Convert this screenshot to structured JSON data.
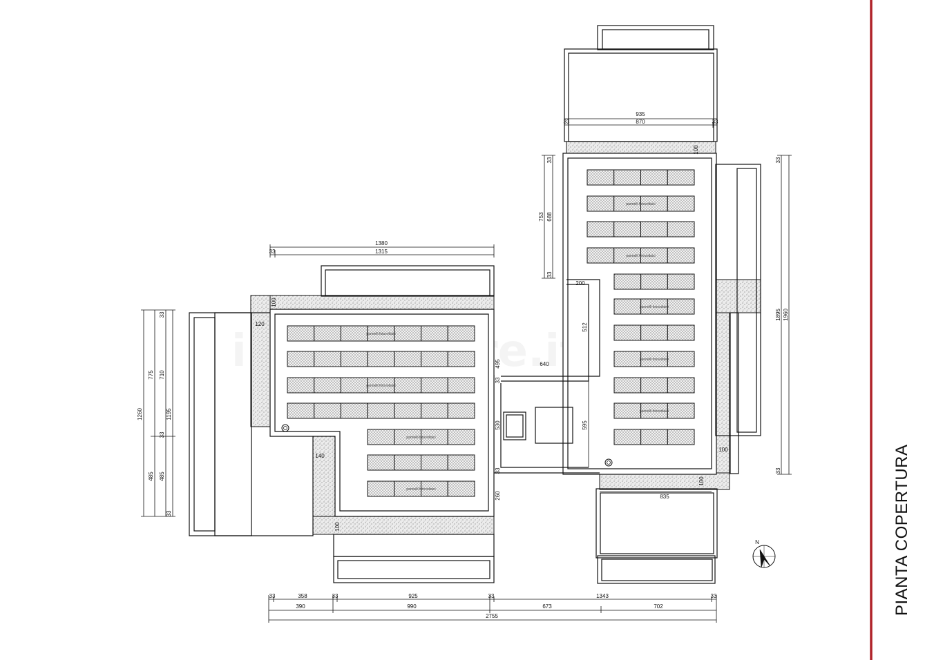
{
  "title": "PIANTA COPERTURA",
  "watermark": "immobiliare.it",
  "north_label": "N",
  "panel_label": "pannelli fotovoltaici",
  "colors": {
    "frame_line": "#b0232a",
    "ink": "#111111",
    "gravel": "#d9d9d9"
  },
  "dimensions": {
    "right_block_total": "935",
    "right_block_inner": "870",
    "right_block_edge_left": "33",
    "right_block_edge_right": "33",
    "right_block_gravel": "100",
    "left_block_total": "1380",
    "left_block_inner": "1315",
    "left_block_edge": "33",
    "left_height_total": "1260",
    "left_height_inner": "1195",
    "left_upper_outer": "775",
    "left_upper_inner": "710",
    "left_lower_outer": "485",
    "left_lower_inner": "485",
    "left_edge_a": "33",
    "left_edge_b": "33",
    "left_edge_c": "33",
    "left_top_gravel": "100",
    "left_side_gravel": "120",
    "right_vertical_outer": "753",
    "right_vertical_inner": "688",
    "right_vertical_edge_a": "33",
    "right_vertical_edge_b": "33",
    "far_right_outer": "1960",
    "far_right_inner": "1895",
    "far_right_edge_a": "33",
    "far_right_edge_b": "33",
    "connector_width": "200",
    "connector_height": "512",
    "connector_span": "640",
    "stair_small": "495",
    "stair_edge": "33",
    "core_height": "530",
    "core_right_height": "595",
    "core_lower_edge": "33",
    "core_lower": "260",
    "lower_left_step": "140",
    "lower_left_gravel": "100",
    "right_side_gravel": "100",
    "right_bottom_gravel": "100",
    "right_bottom_span": "835",
    "bottom_row1": [
      "33",
      "358",
      "33",
      "925",
      "33",
      "1343",
      "33"
    ],
    "bottom_row2": [
      "390",
      "990",
      "673",
      "702"
    ],
    "bottom_total": "2755"
  }
}
